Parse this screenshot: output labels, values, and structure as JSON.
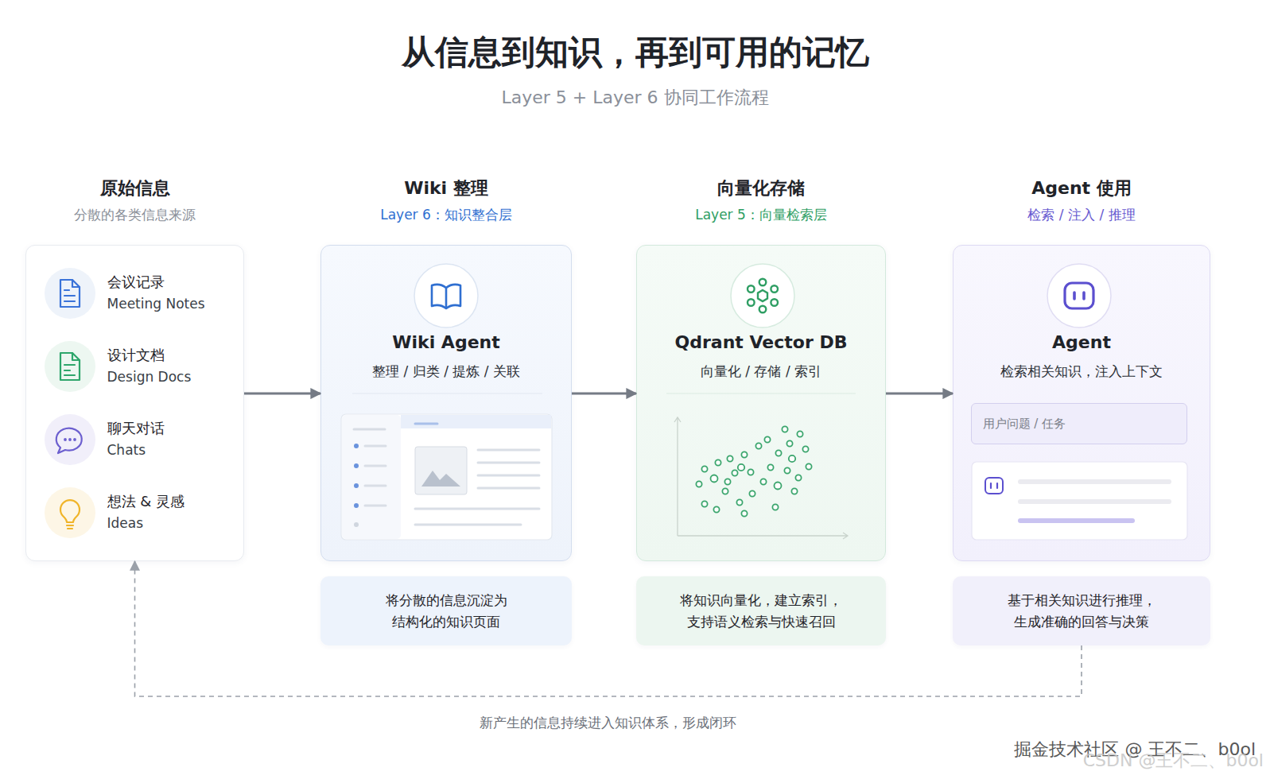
{
  "diagram": {
    "title": "从信息到知识，再到可用的记忆",
    "nodes": [
      {
        "text": [
          "原始信息",
          "分散的各类信息来源"
        ]
      },
      {
        "text": [
          "会议记录",
          "Meeting Notes"
        ],
        "in": 0
      },
      {
        "text": [
          "设计文档",
          "Design Docs"
        ],
        "in": 0
      },
      {
        "text": [
          "聊天对话",
          "Chats"
        ],
        "in": 0
      },
      {
        "text": [
          "想法 & 灵感",
          "Ideas"
        ],
        "in": 0
      },
      {
        "text": [
          "Wiki 整理",
          "Layer 6：知识整合层",
          "Wiki Agent",
          "整理 / 归类 / 提炼 / 关联"
        ]
      },
      {
        "text": [
          "将分散的信息沉淀为 结构化的知识页面"
        ]
      },
      {
        "text": [
          "向量化存储",
          "Layer 5：向量检索层",
          "Qdrant Vector DB",
          "向量化 / 存储 / 索引"
        ]
      },
      {
        "text": [
          "将知识向量化，建立索引， 支持语义检索与快速召回"
        ]
      },
      {
        "text": [
          "Agent 使用",
          "检索 / 注入 / 推理",
          "Agent",
          "检索相关知识，注入上下文"
        ]
      },
      {
        "text": [
          "用户问题 / 任务"
        ],
        "in": 9
      },
      {
        "text": [
          "基于相关知识进行推理， 生成准确的回答与决策"
        ]
      }
    ],
    "edges": [
      {
        "from": 0,
        "to": 5,
        "arrow": "to"
      },
      {
        "from": 5,
        "to": 7,
        "arrow": "to"
      },
      {
        "from": 7,
        "to": 9,
        "arrow": "to"
      },
      {
        "from": 11,
        "to": 0,
        "arrow": "to",
        "label": "新产生的信息持续进入知识体系，形成闭环"
      }
    ],
    "labels": [
      "Layer 5 + Layer 6 协同工作流程",
      "掘金技术社区 @ 王不二、b0ol",
      "CSDN @王不二、b0ol"
    ]
  }
}
